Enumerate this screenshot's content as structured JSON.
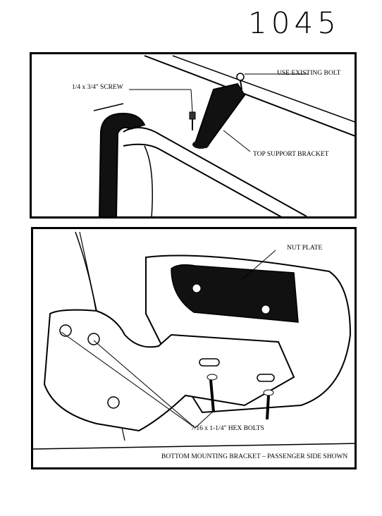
{
  "page_number": "1045",
  "top_panel": {
    "screw_label": "1/4 x 3/4\"  SCREW",
    "bolt_label": "USE EXISTING BOLT",
    "bracket_label": "TOP SUPPORT BRACKET"
  },
  "bottom_panel": {
    "nut_plate_label": "NUT PLATE",
    "hex_bolts_label": "7/16 x 1-1/4\" HEX BOLTS",
    "caption": "BOTTOM MOUNTING BRACKET – PASSENGER SIDE SHOWN"
  }
}
